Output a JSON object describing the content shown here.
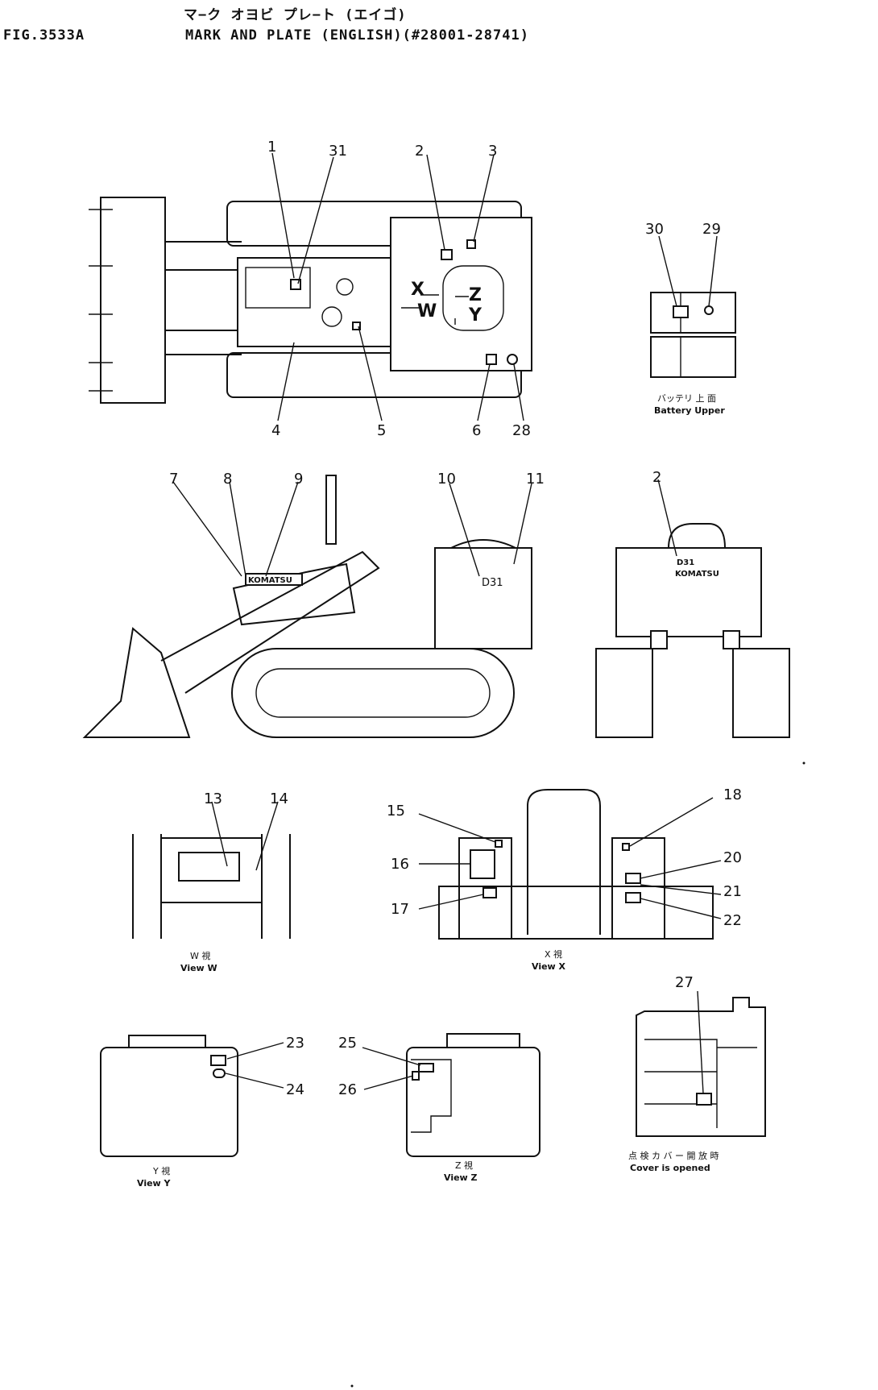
{
  "header": {
    "title_jp": "マ−ク オヨビ プレ−ト (エイゴ)",
    "fig_no": "FIG.3533A",
    "title_en": "MARK AND PLATE (ENGLISH)(#28001-28741)"
  },
  "callouts": {
    "top": [
      "1",
      "31",
      "2",
      "3",
      "4",
      "5",
      "6",
      "28"
    ],
    "battery": [
      "30",
      "29"
    ],
    "side": [
      "7",
      "8",
      "9",
      "10",
      "11"
    ],
    "front": [
      "2"
    ],
    "view_w": [
      "13",
      "14"
    ],
    "view_x": [
      "15",
      "16",
      "17",
      "18",
      "20",
      "21",
      "22"
    ],
    "view_y": [
      "23",
      "24"
    ],
    "view_z": [
      "25",
      "26"
    ],
    "cover": [
      "27"
    ]
  },
  "arrow_labels": {
    "x": "X",
    "w": "W",
    "z": "Z",
    "y": "Y"
  },
  "plate_texts": {
    "d31": "D31",
    "komatsu": "KOMATSU",
    "komatsu_rear": "KOMATSU"
  },
  "captions": {
    "battery_jp": "バッテリ 上 面",
    "battery_en": "Battery Upper",
    "view_w_jp": "W 視",
    "view_w_en": "View W",
    "view_x_jp": "X 視",
    "view_x_en": "View X",
    "view_y_jp": "Y 視",
    "view_y_en": "View Y",
    "view_z_jp": "Z 視",
    "view_z_en": "View Z",
    "cover_jp": "点 検 カ バ ー 開 放 時",
    "cover_en": "Cover is opened"
  }
}
